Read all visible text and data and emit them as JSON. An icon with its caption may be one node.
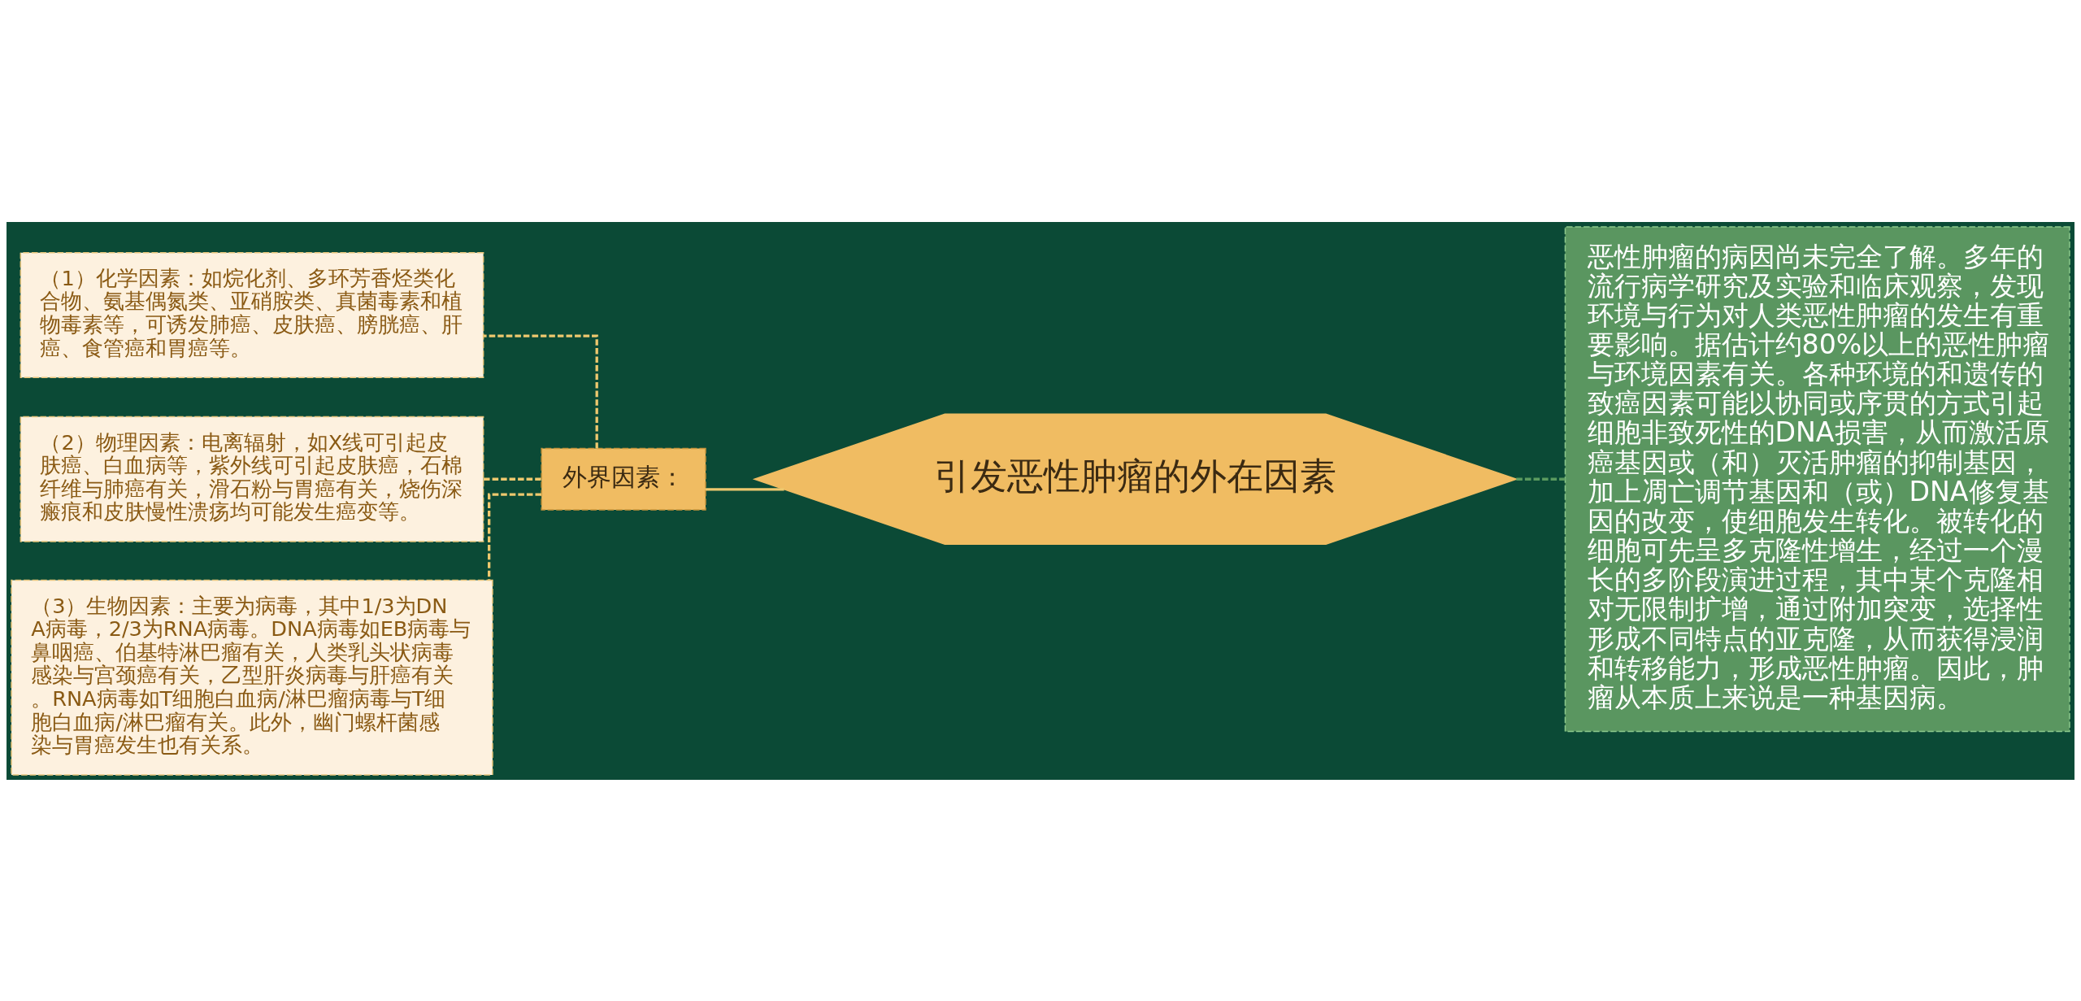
{
  "diagram": {
    "nodes": [
      {
        "text": [
          "引发恶性肿瘤的外在因素"
        ]
      },
      {
        "text": [
          "恶性肿瘤的病因尚未完全了解。多年的流行病学研究及实验和临床观察，发现环境与行为对人类恶性肿瘤的发生有重要影响。据估计约80%以上的恶性肿瘤与环境因素有关。各种环境的和遗传的致癌因素可能以协同或序贯的方式引起细胞非致死性的DNA损害，从而激活原癌基因或（和）灭活肿瘤的抑制基因，加上凋亡调节基因和（或）DNA修复基因的改变，使细胞发生转化。被转化的细胞可先呈多克隆性增生，经过一个漫长的多阶段演进过程，其中某个克隆相对无限制扩增，通过附加突变，选择性形成不同特点的亚克隆，从而获得浸润和转移能力，形成恶性肿瘤。因此，肿瘤从本质上来说是一种基因病。"
        ]
      },
      {
        "text": [
          "外界因素："
        ]
      },
      {
        "text": [
          "（1）化学因素：如烷化剂、多环芳香烃类化合物、氨基偶氮类、亚硝胺类、真菌毒素和植物毒素等，可诱发肺癌、皮肤癌、膀胱癌、肝癌、食管癌和胃癌等。"
        ]
      },
      {
        "text": [
          "（2）物理因素：电离辐射，如X线可引起皮肤癌、白血病等，紫外线可引起皮肤癌，石棉纤维与肺癌有关，滑石粉与胃癌有关，烧伤深瘢痕和皮肤慢性溃疡均可能发生癌变等。"
        ]
      },
      {
        "text": [
          "（3）生物因素：主要为病毒，其中1/3为DNA病毒，2/3为RNA病毒。DNA病毒如EB病毒与鼻咽癌、伯基特淋巴瘤有关，人类乳头状病毒感染与宫颈癌有关，乙型肝炎病毒与肝癌有关。RNA病毒如T细胞白血病/淋巴瘤病毒与T细胞白血病/淋巴瘤有关。此外，幽门螺杆菌感染与胃癌发生也有关系。"
        ]
      }
    ],
    "edges": [
      {
        "from": 0,
        "to": 1,
        "arrow": "none",
        "style": "dashed",
        "color": "#5b9a5f"
      },
      {
        "from": 0,
        "to": 2,
        "arrow": "none"
      },
      {
        "from": 2,
        "to": 3,
        "arrow": "none",
        "style": "dashed"
      },
      {
        "from": 2,
        "to": 4,
        "arrow": "none",
        "style": "dashed"
      },
      {
        "from": 2,
        "to": 5,
        "arrow": "none",
        "style": "dashed"
      }
    ]
  }
}
